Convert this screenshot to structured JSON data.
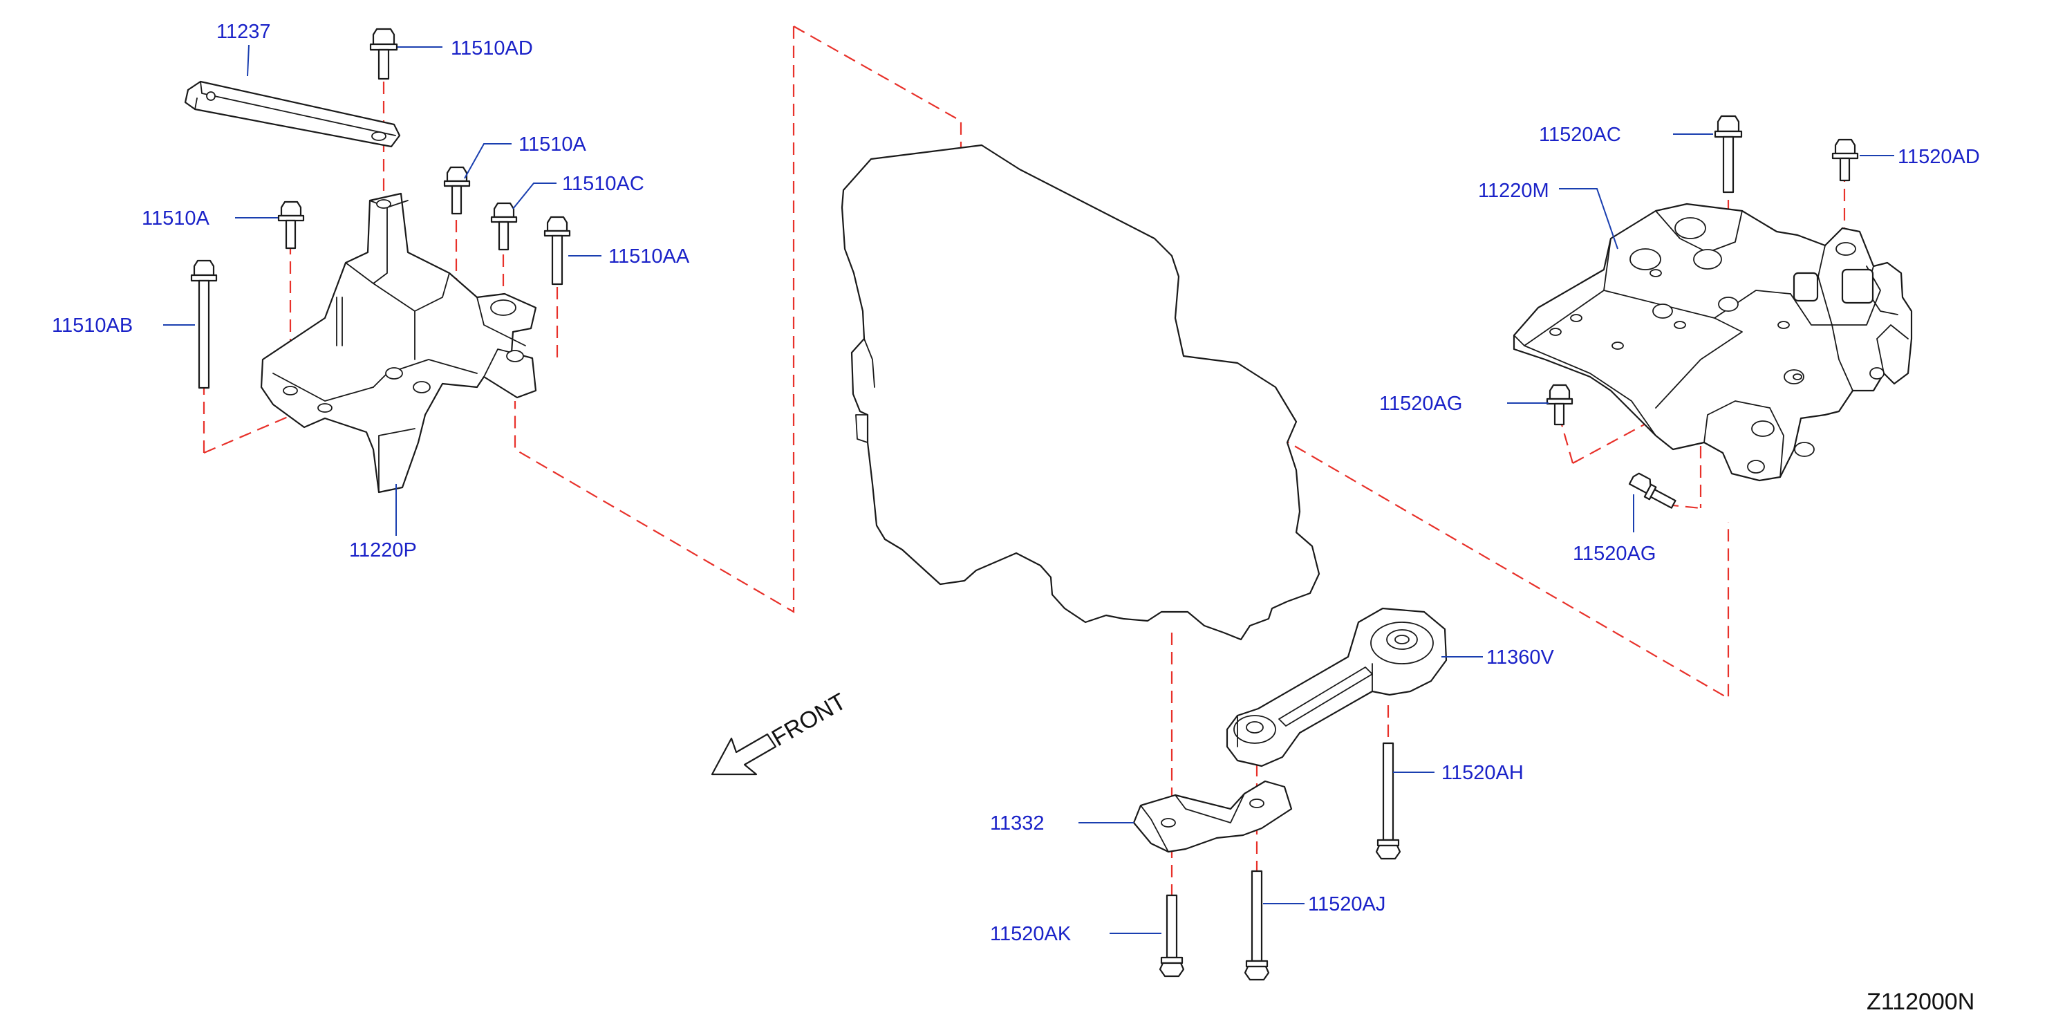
{
  "labels": {
    "p11237": "11237",
    "p11510AD": "11510AD",
    "p11510A_upper": "11510A",
    "p11510AC": "11510AC",
    "p11510A_left": "11510A",
    "p11510AA": "11510AA",
    "p11510AB": "11510AB",
    "p11220P": "11220P",
    "p11520AC": "11520AC",
    "p11520AD": "11520AD",
    "p11220M": "11220M",
    "p11520AG_upper": "11520AG",
    "p11520AG_lower": "11520AG",
    "p11360V": "11360V",
    "p11520AH": "11520AH",
    "p11332": "11332",
    "p11520AJ": "11520AJ",
    "p11520AK": "11520AK"
  },
  "front_label": "FRONT",
  "diagram_ref": "Z112000N",
  "colors": {
    "callout": "#1a22c8",
    "leader": "#1a3fb0",
    "hidden_line": "#e8312a",
    "part_outline": "#1a1a1a"
  }
}
